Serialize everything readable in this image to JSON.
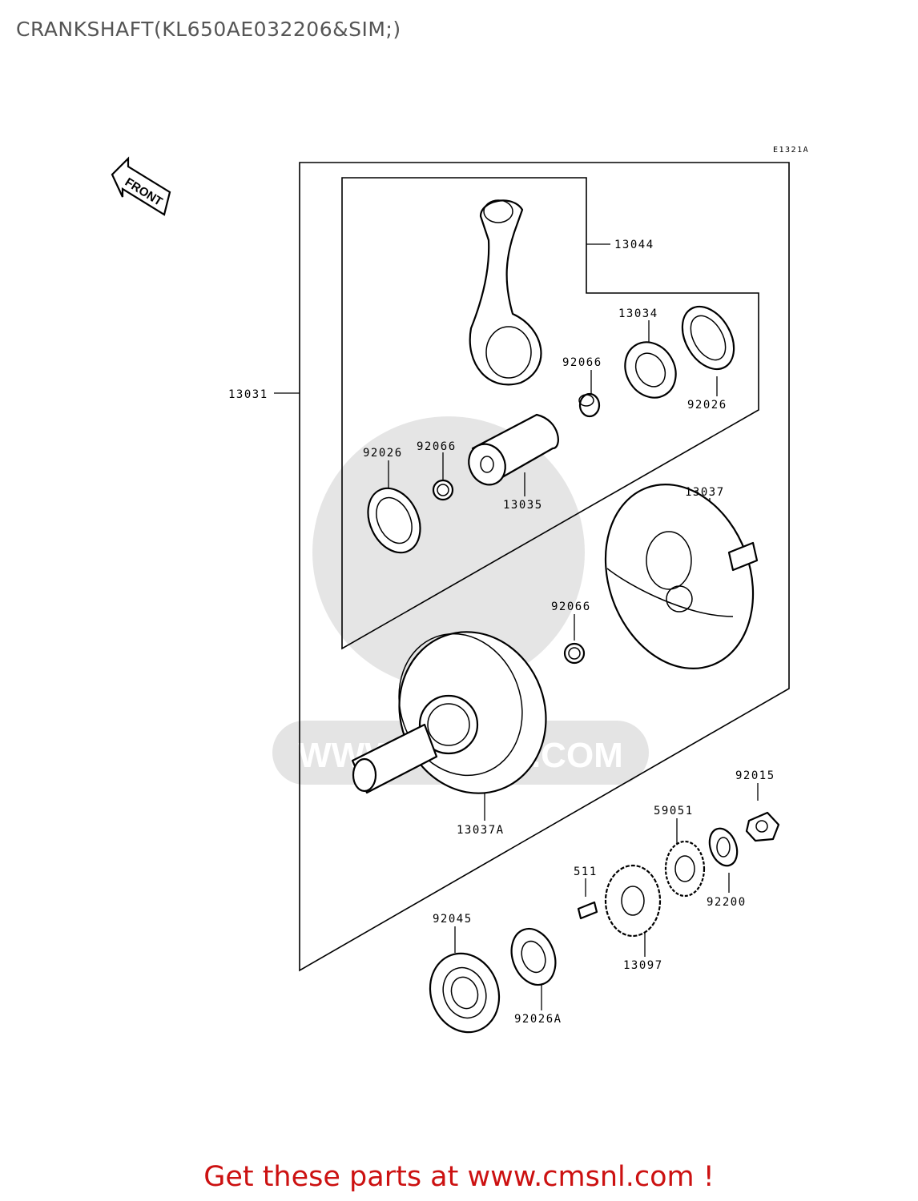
{
  "title": "CRANKSHAFT(KL650AE032206&SIM;)",
  "ref_code": "E1321A",
  "front_label": "FRONT",
  "watermark": "WWW.CMSNL.COM",
  "footer": "Get these parts at www.cmsnl.com !",
  "parts": {
    "p13031": "13031",
    "p13044": "13044",
    "p13034": "13034",
    "p92066a": "92066",
    "p92026a": "92026",
    "p92026b": "92026",
    "p92066b": "92066",
    "p13035": "13035",
    "p13037": "13037",
    "p92066c": "92066",
    "p13037a": "13037A",
    "p92015": "92015",
    "p59051": "59051",
    "p511": "511",
    "p92200": "92200",
    "p92045": "92045",
    "p13097": "13097",
    "p92026c": "92026A"
  }
}
